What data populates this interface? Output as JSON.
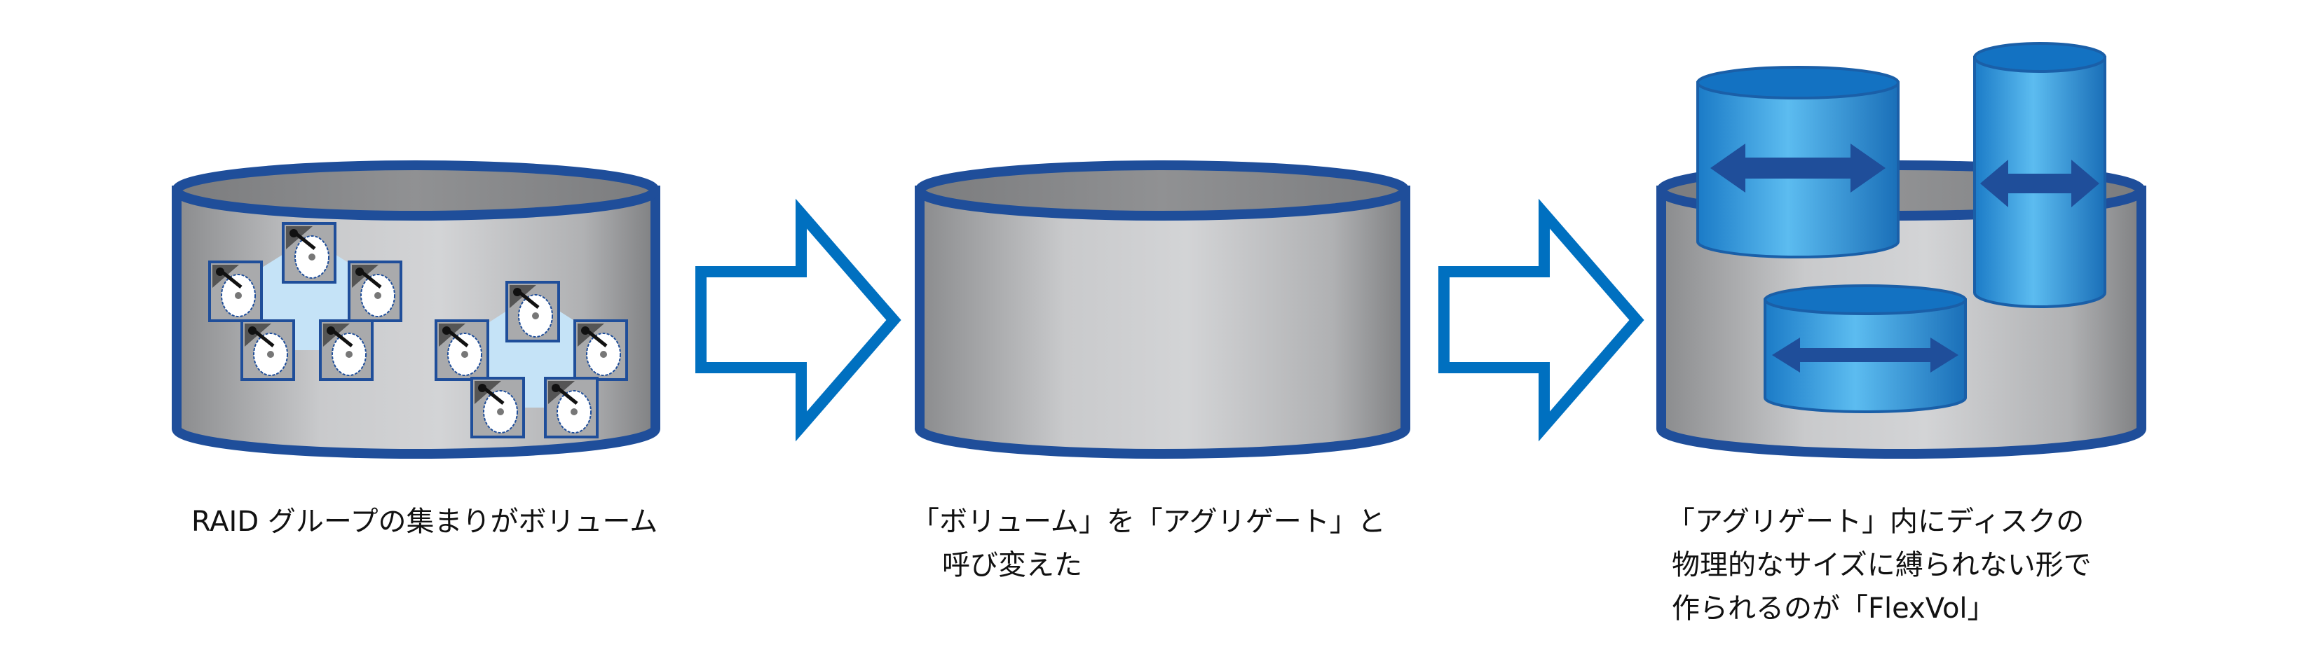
{
  "colors": {
    "cylinder_outline": "#1f4e9a",
    "arrow_outline": "#0070c0",
    "flexvol_fill": "#3aa0e0",
    "raid_group_bg": "#c5e3f7"
  },
  "steps": [
    {
      "name": "raid-volume",
      "caption": [
        "RAID グループの集まりがボリューム"
      ]
    },
    {
      "name": "aggregate",
      "caption": [
        "「ボリューム」を「アグリゲート」と",
        "呼び変えた"
      ]
    },
    {
      "name": "flexvol",
      "caption": [
        "「アグリゲート」内にディスクの",
        "物理的なサイズに縛られない形で",
        "作られるのが「FlexVol」"
      ]
    }
  ]
}
